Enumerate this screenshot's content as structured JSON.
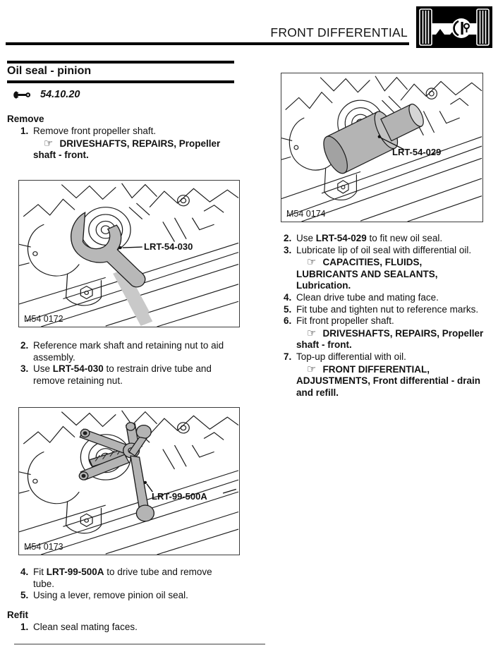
{
  "header": {
    "title": "FRONT DIFFERENTIAL"
  },
  "doc": {
    "section_title": "Oil seal - pinion",
    "op_code": "54.10.20"
  },
  "icons": {
    "pointing_hand": "☞"
  },
  "figures": [
    {
      "caption": "M54 0172",
      "tool_label": "LRT-54-030"
    },
    {
      "caption": "M54 0173",
      "tool_label": "LRT-99-500A"
    },
    {
      "caption": "M54 0174",
      "tool_label": "LRT-54-029"
    }
  ],
  "remove": {
    "heading": "Remove",
    "steps_before_fig1": [
      {
        "num": "1.",
        "parts": [
          {
            "t": "Remove front propeller shaft.",
            "b": false
          }
        ],
        "ref": {
          "parts": [
            {
              "t": "DRIVESHAFTS, REPAIRS, Propeller\nshaft - front.",
              "b": true
            }
          ]
        }
      }
    ],
    "steps_after_fig1": [
      {
        "num": "2.",
        "parts": [
          {
            "t": "Reference mark shaft and retaining nut to aid\nassembly.",
            "b": false
          }
        ]
      },
      {
        "num": "3.",
        "parts": [
          {
            "t": "Use ",
            "b": false
          },
          {
            "t": "LRT-54-030",
            "b": true
          },
          {
            "t": " to restrain drive tube and\nremove retaining nut.",
            "b": false
          }
        ]
      }
    ],
    "steps_after_fig2": [
      {
        "num": "4.",
        "parts": [
          {
            "t": "Fit ",
            "b": false
          },
          {
            "t": "LRT-99-500A",
            "b": true
          },
          {
            "t": " to drive tube and remove\ntube.",
            "b": false
          }
        ]
      },
      {
        "num": "5.",
        "parts": [
          {
            "t": "Using a lever, remove pinion oil seal.",
            "b": false
          }
        ]
      }
    ]
  },
  "refit": {
    "heading": "Refit",
    "steps_left": [
      {
        "num": "1.",
        "parts": [
          {
            "t": "Clean seal mating faces.",
            "b": false
          }
        ]
      }
    ],
    "steps_right": [
      {
        "num": "2.",
        "parts": [
          {
            "t": "Use ",
            "b": false
          },
          {
            "t": "LRT-54-029",
            "b": true
          },
          {
            "t": " to fit new oil seal.",
            "b": false
          }
        ]
      },
      {
        "num": "3.",
        "parts": [
          {
            "t": "Lubricate lip of oil seal with differential oil.",
            "b": false
          }
        ],
        "ref": {
          "parts": [
            {
              "t": "CAPACITIES, FLUIDS,\nLUBRICANTS AND SEALANTS,\nLubrication.",
              "b": true
            }
          ]
        }
      },
      {
        "num": "4.",
        "parts": [
          {
            "t": "Clean drive tube and mating face.",
            "b": false
          }
        ]
      },
      {
        "num": "5.",
        "parts": [
          {
            "t": "Fit tube and tighten nut to reference marks.",
            "b": false
          }
        ]
      },
      {
        "num": "6.",
        "parts": [
          {
            "t": "Fit front propeller shaft.",
            "b": false
          }
        ],
        "ref": {
          "parts": [
            {
              "t": "DRIVESHAFTS, REPAIRS, Propeller\nshaft - front.",
              "b": true
            }
          ]
        }
      },
      {
        "num": "7.",
        "parts": [
          {
            "t": "Top-up differential with oil.",
            "b": false
          }
        ],
        "ref": {
          "parts": [
            {
              "t": "FRONT DIFFERENTIAL,\nADJUSTMENTS, Front differential - drain\nand refill.",
              "b": true
            }
          ]
        }
      }
    ]
  }
}
